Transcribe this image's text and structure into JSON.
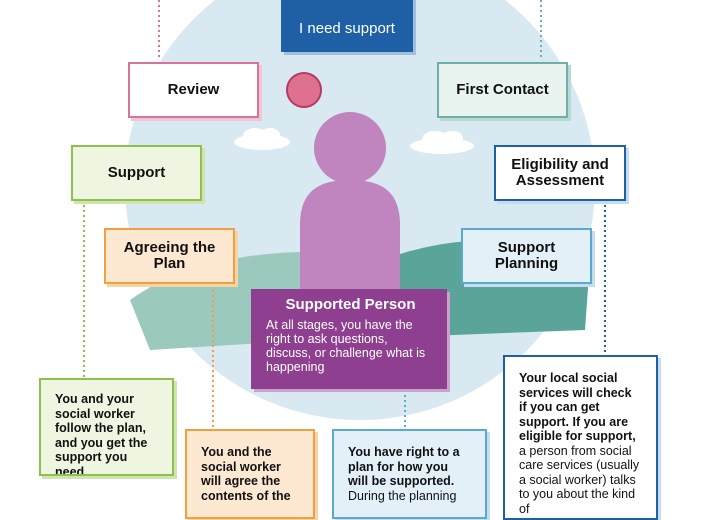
{
  "diagram": {
    "top_banner": "I need support",
    "stages": {
      "review": "Review",
      "first_contact": "First Contact",
      "support": "Support",
      "eligibility": "Eligibility and Assessment",
      "agreeing_plan": "Agreeing the Plan",
      "support_planning": "Support Planning"
    },
    "center": {
      "title": "Supported Person",
      "body": "At all stages, you have the right to ask questions, discuss, or challenge what is happening"
    },
    "notes": {
      "support_note": "You and your social worker follow the plan, and you get the support you need",
      "agreeing_note": "You and the social worker will agree the contents of the",
      "planning_note_bold": "You have right to a plan for how you will be supported.",
      "planning_note_rest": "During the planning",
      "eligibility_note_bold": "Your local social services will check if you can get support. If you are eligible for support,",
      "eligibility_note_rest": "a person from social care services (usually a social worker) talks to you about the kind of"
    },
    "colors": {
      "banner": "#1f5fa6",
      "review": "#d9739b",
      "first_contact": "#6fb0a6",
      "support": "#8fc04a",
      "agreeing": "#f0a040",
      "planning": "#5aa9cf",
      "eligibility": "#1f5fa6",
      "person": "#c084bf",
      "center_panel": "#8e3f8f"
    }
  }
}
